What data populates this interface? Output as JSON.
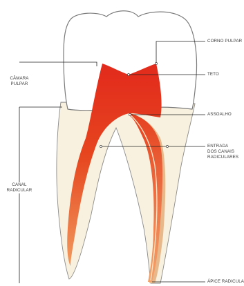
{
  "labels": {
    "corno_pulpar": "CORNO PULPAR",
    "teto": "TETO",
    "assoalho": "ASSOALHO",
    "entrada_line1": "ENTRADA",
    "entrada_line2": "DOS CANAIS",
    "entrada_line3": "RADICULARES",
    "apice_radicular": "ÁPICE RADICULAR",
    "camara_line1": "CÂMARA",
    "camara_line2": "PULPAR",
    "canal_line1": "CANAL",
    "canal_line2": "RADICULAR"
  },
  "colors": {
    "enamel_fill": "#ffffff",
    "outline": "#777777",
    "dentin": "#f8f1df",
    "pulp_dark": "#e22a1c",
    "pulp_light": "#f08a5a",
    "canal_tan": "#e8b88a",
    "leader": "#222222"
  }
}
